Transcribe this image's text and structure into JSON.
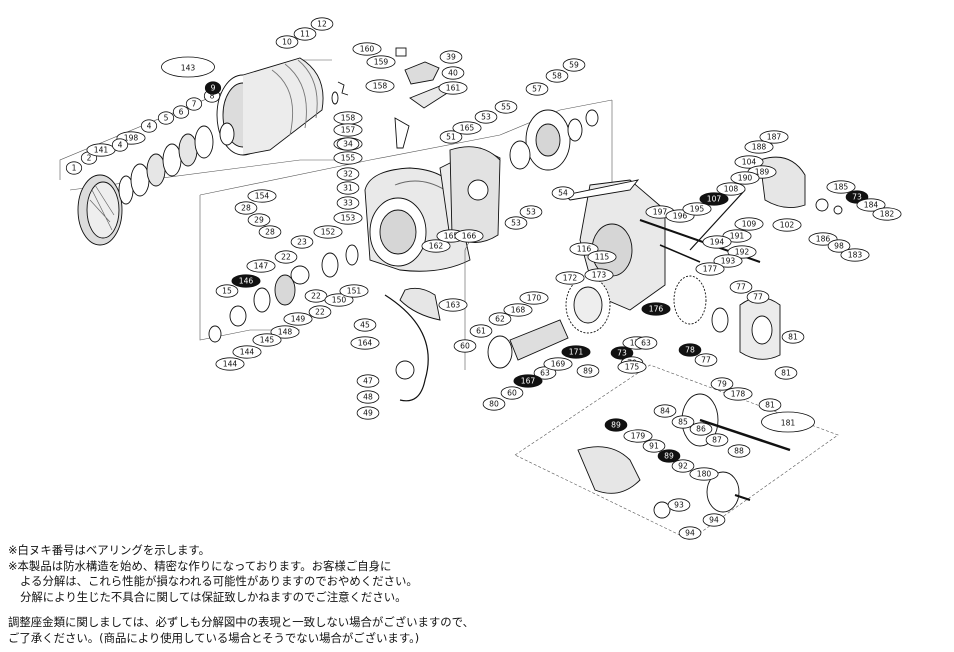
{
  "colors": {
    "ink": "#111111",
    "paper": "#ffffff",
    "part_fill": "#f2f2f2",
    "part_shade": "#c9c9c9",
    "bearing_label_fill": "#111111",
    "group_line": "#555555"
  },
  "labels": [
    {
      "id": "1",
      "filled": false
    },
    {
      "id": "2",
      "filled": false
    },
    {
      "id": "141",
      "filled": false
    },
    {
      "id": "198",
      "filled": false
    },
    {
      "id": "4a",
      "text": "4",
      "filled": false
    },
    {
      "id": "4b",
      "text": "4",
      "filled": false
    },
    {
      "id": "5",
      "filled": false
    },
    {
      "id": "6",
      "filled": false
    },
    {
      "id": "7",
      "filled": false
    },
    {
      "id": "8",
      "filled": false
    },
    {
      "id": "9",
      "filled": true
    },
    {
      "id": "143",
      "filled": false,
      "big": true
    },
    {
      "id": "10",
      "filled": false
    },
    {
      "id": "11",
      "filled": false
    },
    {
      "id": "12",
      "filled": false
    },
    {
      "id": "160",
      "filled": false
    },
    {
      "id": "159",
      "filled": false
    },
    {
      "id": "39",
      "filled": false
    },
    {
      "id": "40",
      "filled": false
    },
    {
      "id": "161",
      "filled": false
    },
    {
      "id": "158a",
      "text": "158",
      "filled": false
    },
    {
      "id": "158b",
      "text": "158",
      "filled": false
    },
    {
      "id": "157",
      "filled": false
    },
    {
      "id": "156",
      "filled": false
    },
    {
      "id": "34",
      "filled": false
    },
    {
      "id": "155",
      "filled": false
    },
    {
      "id": "32",
      "filled": false
    },
    {
      "id": "31",
      "filled": false
    },
    {
      "id": "33",
      "filled": false
    },
    {
      "id": "153",
      "filled": false
    },
    {
      "id": "154",
      "filled": false
    },
    {
      "id": "28a",
      "text": "28",
      "filled": false
    },
    {
      "id": "29",
      "filled": false
    },
    {
      "id": "28b",
      "text": "28",
      "filled": false
    },
    {
      "id": "51",
      "filled": false
    },
    {
      "id": "165a",
      "text": "165",
      "filled": false
    },
    {
      "id": "53a",
      "text": "53",
      "filled": false
    },
    {
      "id": "55",
      "filled": false
    },
    {
      "id": "57",
      "filled": false
    },
    {
      "id": "58",
      "filled": false
    },
    {
      "id": "59",
      "filled": false
    },
    {
      "id": "54",
      "filled": false
    },
    {
      "id": "53b",
      "text": "53",
      "filled": false
    },
    {
      "id": "53c",
      "text": "53",
      "filled": false
    },
    {
      "id": "162",
      "filled": false
    },
    {
      "id": "165b",
      "text": "165",
      "filled": false
    },
    {
      "id": "166",
      "filled": false
    },
    {
      "id": "152",
      "filled": false
    },
    {
      "id": "23",
      "filled": false
    },
    {
      "id": "22a",
      "text": "22",
      "filled": false
    },
    {
      "id": "22b",
      "text": "22",
      "filled": false
    },
    {
      "id": "22c",
      "text": "22",
      "filled": false
    },
    {
      "id": "146",
      "filled": true
    },
    {
      "id": "147",
      "filled": false
    },
    {
      "id": "15",
      "filled": false
    },
    {
      "id": "148",
      "filled": false
    },
    {
      "id": "149",
      "filled": false
    },
    {
      "id": "150",
      "filled": false
    },
    {
      "id": "151",
      "filled": false
    },
    {
      "id": "163",
      "filled": false
    },
    {
      "id": "145",
      "filled": false
    },
    {
      "id": "144a",
      "text": "144",
      "filled": false
    },
    {
      "id": "144b",
      "text": "144",
      "filled": false
    },
    {
      "id": "45",
      "filled": false
    },
    {
      "id": "164",
      "filled": false
    },
    {
      "id": "47",
      "filled": false
    },
    {
      "id": "48",
      "filled": false
    },
    {
      "id": "49",
      "filled": false
    },
    {
      "id": "187",
      "filled": false
    },
    {
      "id": "188",
      "filled": false
    },
    {
      "id": "104",
      "filled": false
    },
    {
      "id": "189",
      "filled": false
    },
    {
      "id": "190",
      "filled": false
    },
    {
      "id": "108",
      "filled": false
    },
    {
      "id": "107",
      "filled": true
    },
    {
      "id": "197",
      "filled": false
    },
    {
      "id": "196",
      "filled": false
    },
    {
      "id": "195",
      "filled": false
    },
    {
      "id": "109",
      "filled": false
    },
    {
      "id": "191",
      "filled": false
    },
    {
      "id": "194",
      "filled": false
    },
    {
      "id": "192",
      "filled": false
    },
    {
      "id": "193",
      "filled": false
    },
    {
      "id": "177",
      "filled": false
    },
    {
      "id": "116",
      "filled": false
    },
    {
      "id": "115",
      "filled": false
    },
    {
      "id": "173",
      "filled": false
    },
    {
      "id": "172",
      "filled": false
    },
    {
      "id": "185",
      "filled": false
    },
    {
      "id": "73a",
      "text": "73",
      "filled": true
    },
    {
      "id": "184",
      "filled": false
    },
    {
      "id": "182",
      "filled": false
    },
    {
      "id": "186",
      "filled": false
    },
    {
      "id": "98",
      "filled": false
    },
    {
      "id": "183",
      "filled": false
    },
    {
      "id": "102",
      "filled": false
    },
    {
      "id": "170",
      "filled": false
    },
    {
      "id": "168",
      "filled": false
    },
    {
      "id": "62",
      "filled": false
    },
    {
      "id": "176",
      "filled": true
    },
    {
      "id": "61",
      "filled": false
    },
    {
      "id": "60a",
      "text": "60",
      "filled": false
    },
    {
      "id": "63a",
      "text": "63",
      "filled": false
    },
    {
      "id": "171",
      "filled": true
    },
    {
      "id": "169",
      "filled": false
    },
    {
      "id": "73b",
      "text": "73",
      "filled": true
    },
    {
      "id": "174",
      "filled": false
    },
    {
      "id": "70",
      "filled": false
    },
    {
      "id": "89a",
      "text": "89",
      "filled": false
    },
    {
      "id": "175",
      "filled": false
    },
    {
      "id": "167",
      "filled": true
    },
    {
      "id": "63b",
      "text": "63",
      "filled": false
    },
    {
      "id": "60b",
      "text": "60",
      "filled": false
    },
    {
      "id": "80",
      "filled": false
    },
    {
      "id": "77a",
      "text": "77",
      "filled": false
    },
    {
      "id": "77b",
      "text": "77",
      "filled": false
    },
    {
      "id": "78",
      "filled": true
    },
    {
      "id": "77c",
      "text": "77",
      "filled": false
    },
    {
      "id": "81a",
      "text": "81",
      "filled": false
    },
    {
      "id": "81b",
      "text": "81",
      "filled": false
    },
    {
      "id": "81c",
      "text": "81",
      "filled": false
    },
    {
      "id": "79",
      "filled": false
    },
    {
      "id": "178",
      "filled": false
    },
    {
      "id": "181",
      "filled": false,
      "big": true
    },
    {
      "id": "84",
      "filled": false
    },
    {
      "id": "85",
      "filled": false
    },
    {
      "id": "86",
      "filled": false
    },
    {
      "id": "87",
      "filled": false
    },
    {
      "id": "88",
      "filled": false
    },
    {
      "id": "89b",
      "text": "89",
      "filled": true
    },
    {
      "id": "179",
      "filled": false
    },
    {
      "id": "91",
      "filled": false
    },
    {
      "id": "89c",
      "text": "89",
      "filled": true
    },
    {
      "id": "92",
      "filled": false
    },
    {
      "id": "180",
      "filled": false
    },
    {
      "id": "93",
      "filled": false
    },
    {
      "id": "94a",
      "text": "94",
      "filled": false
    },
    {
      "id": "94b",
      "text": "94",
      "filled": false
    }
  ],
  "notes": [
    "※白ヌキ番号はベアリングを示します。",
    "※本製品は防水構造を始め、精密な作りになっております。お客様ご自身に",
    "よる分解は、これら性能が損なわれる可能性がありますのでおやめください。",
    "分解により生じた不具合に関しては保証致しかねますのでご注意ください。",
    "調整座金類に関しましては、必ずしも分解図中の表現と一致しない場合がございますので、",
    "ご了承ください。(商品により使用している場合とそうでない場合がございます。)"
  ]
}
